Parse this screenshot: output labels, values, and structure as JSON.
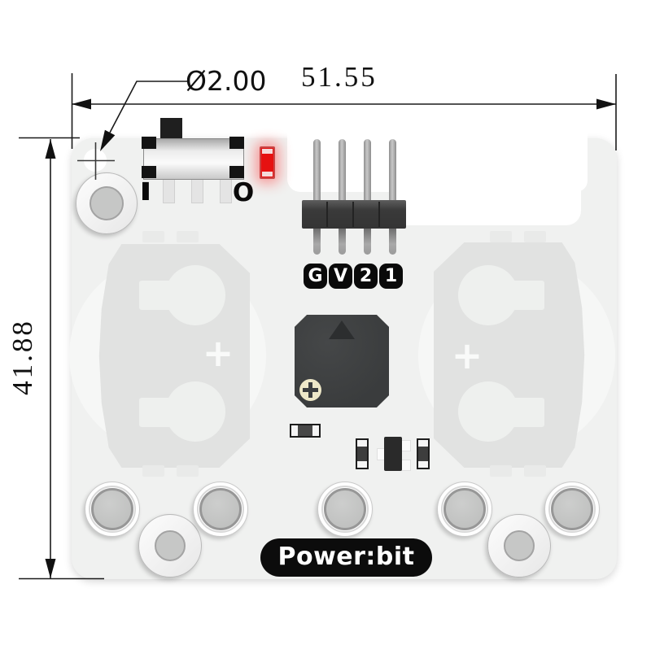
{
  "drawing": {
    "hole_dim": "Ø2.00",
    "width_dim": "51.55",
    "height_dim": "41.88"
  },
  "board": {
    "logo_text": "Power:bit",
    "header_pin_labels": [
      "G",
      "V",
      "2",
      "1"
    ],
    "switch_on_label": "I",
    "switch_off_label": "O",
    "battery_polarity_mark": "+",
    "colors": {
      "board_silk": "#f0f1f0",
      "battery_footprint": "#e1e2e1",
      "led_red": "#e61111",
      "silkscreen_black": "#0c0c0c"
    }
  }
}
